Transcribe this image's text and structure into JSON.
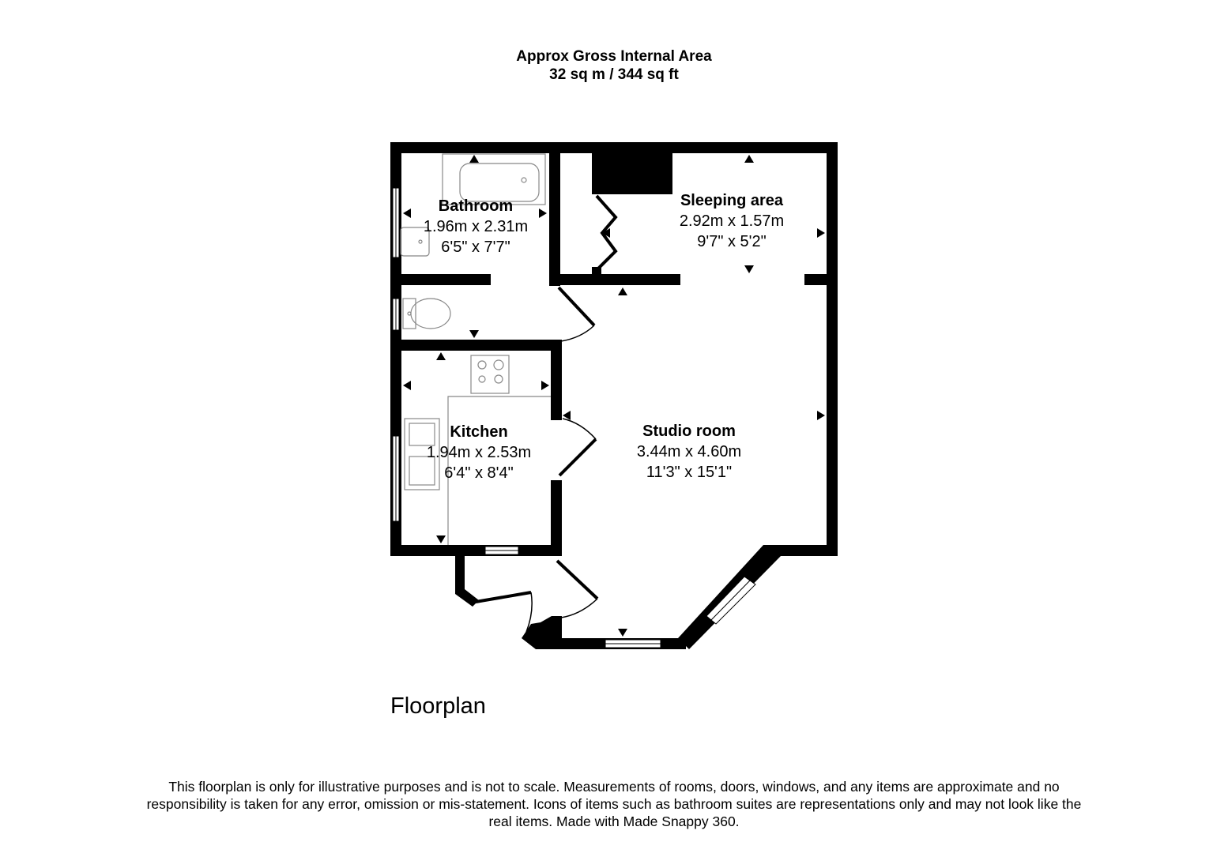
{
  "header": {
    "title": "Approx Gross Internal Area",
    "area": "32 sq m / 344 sq ft"
  },
  "rooms": [
    {
      "name": "Bathroom",
      "metric": "1.96m x 2.31m",
      "imperial": "6'5\" x 7'7\""
    },
    {
      "name": "Sleeping area",
      "metric": "2.92m x 1.57m",
      "imperial": "9'7\" x 5'2\""
    },
    {
      "name": "Kitchen",
      "metric": "1.94m x 2.53m",
      "imperial": "6'4\" x 8'4\""
    },
    {
      "name": "Studio room",
      "metric": "3.44m x 4.60m",
      "imperial": "11'3\" x 15'1\""
    }
  ],
  "plan_title": "Floorplan",
  "disclaimer": "This floorplan is only for illustrative purposes and is not to scale. Measurements of rooms, doors, windows, and any items are approximate and no responsibility is taken for any error, omission or mis-statement. Icons of items such as bathroom suites are representations only and may not look like the real items. Made with Made Snappy 360.",
  "colors": {
    "wall": "#000000",
    "fixture_line": "#888888",
    "background": "#ffffff"
  }
}
